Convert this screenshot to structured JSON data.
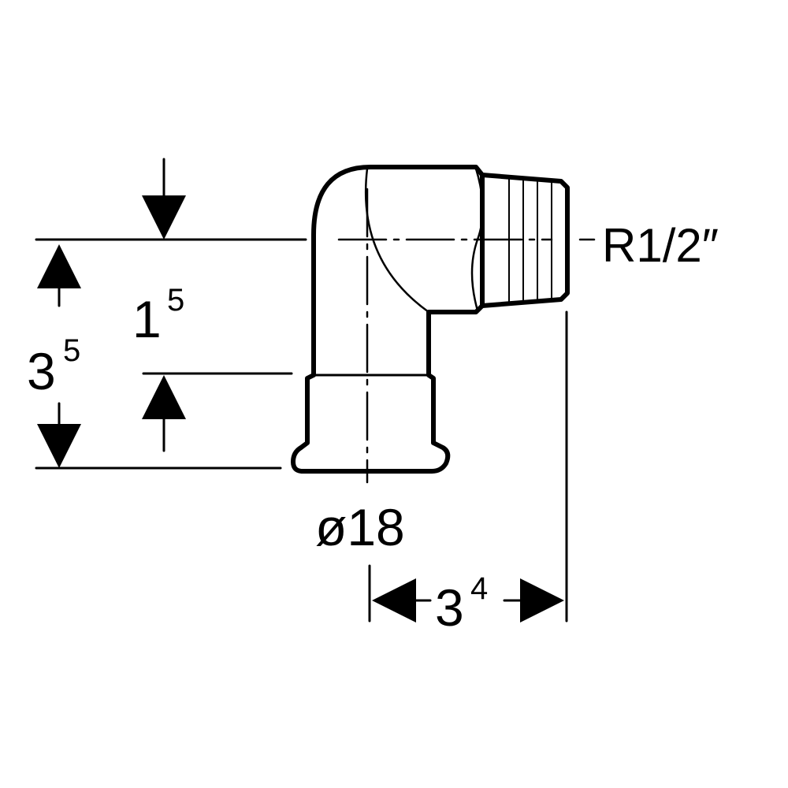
{
  "dimensions": {
    "height_total": {
      "main": "3",
      "sup": "5"
    },
    "height_inner": {
      "main": "1",
      "sup": "5"
    },
    "diameter": "ø18",
    "offset": {
      "main": "3",
      "sup": "4"
    },
    "thread": "R1/2″"
  },
  "colors": {
    "line": "#000000",
    "background": "#ffffff"
  }
}
